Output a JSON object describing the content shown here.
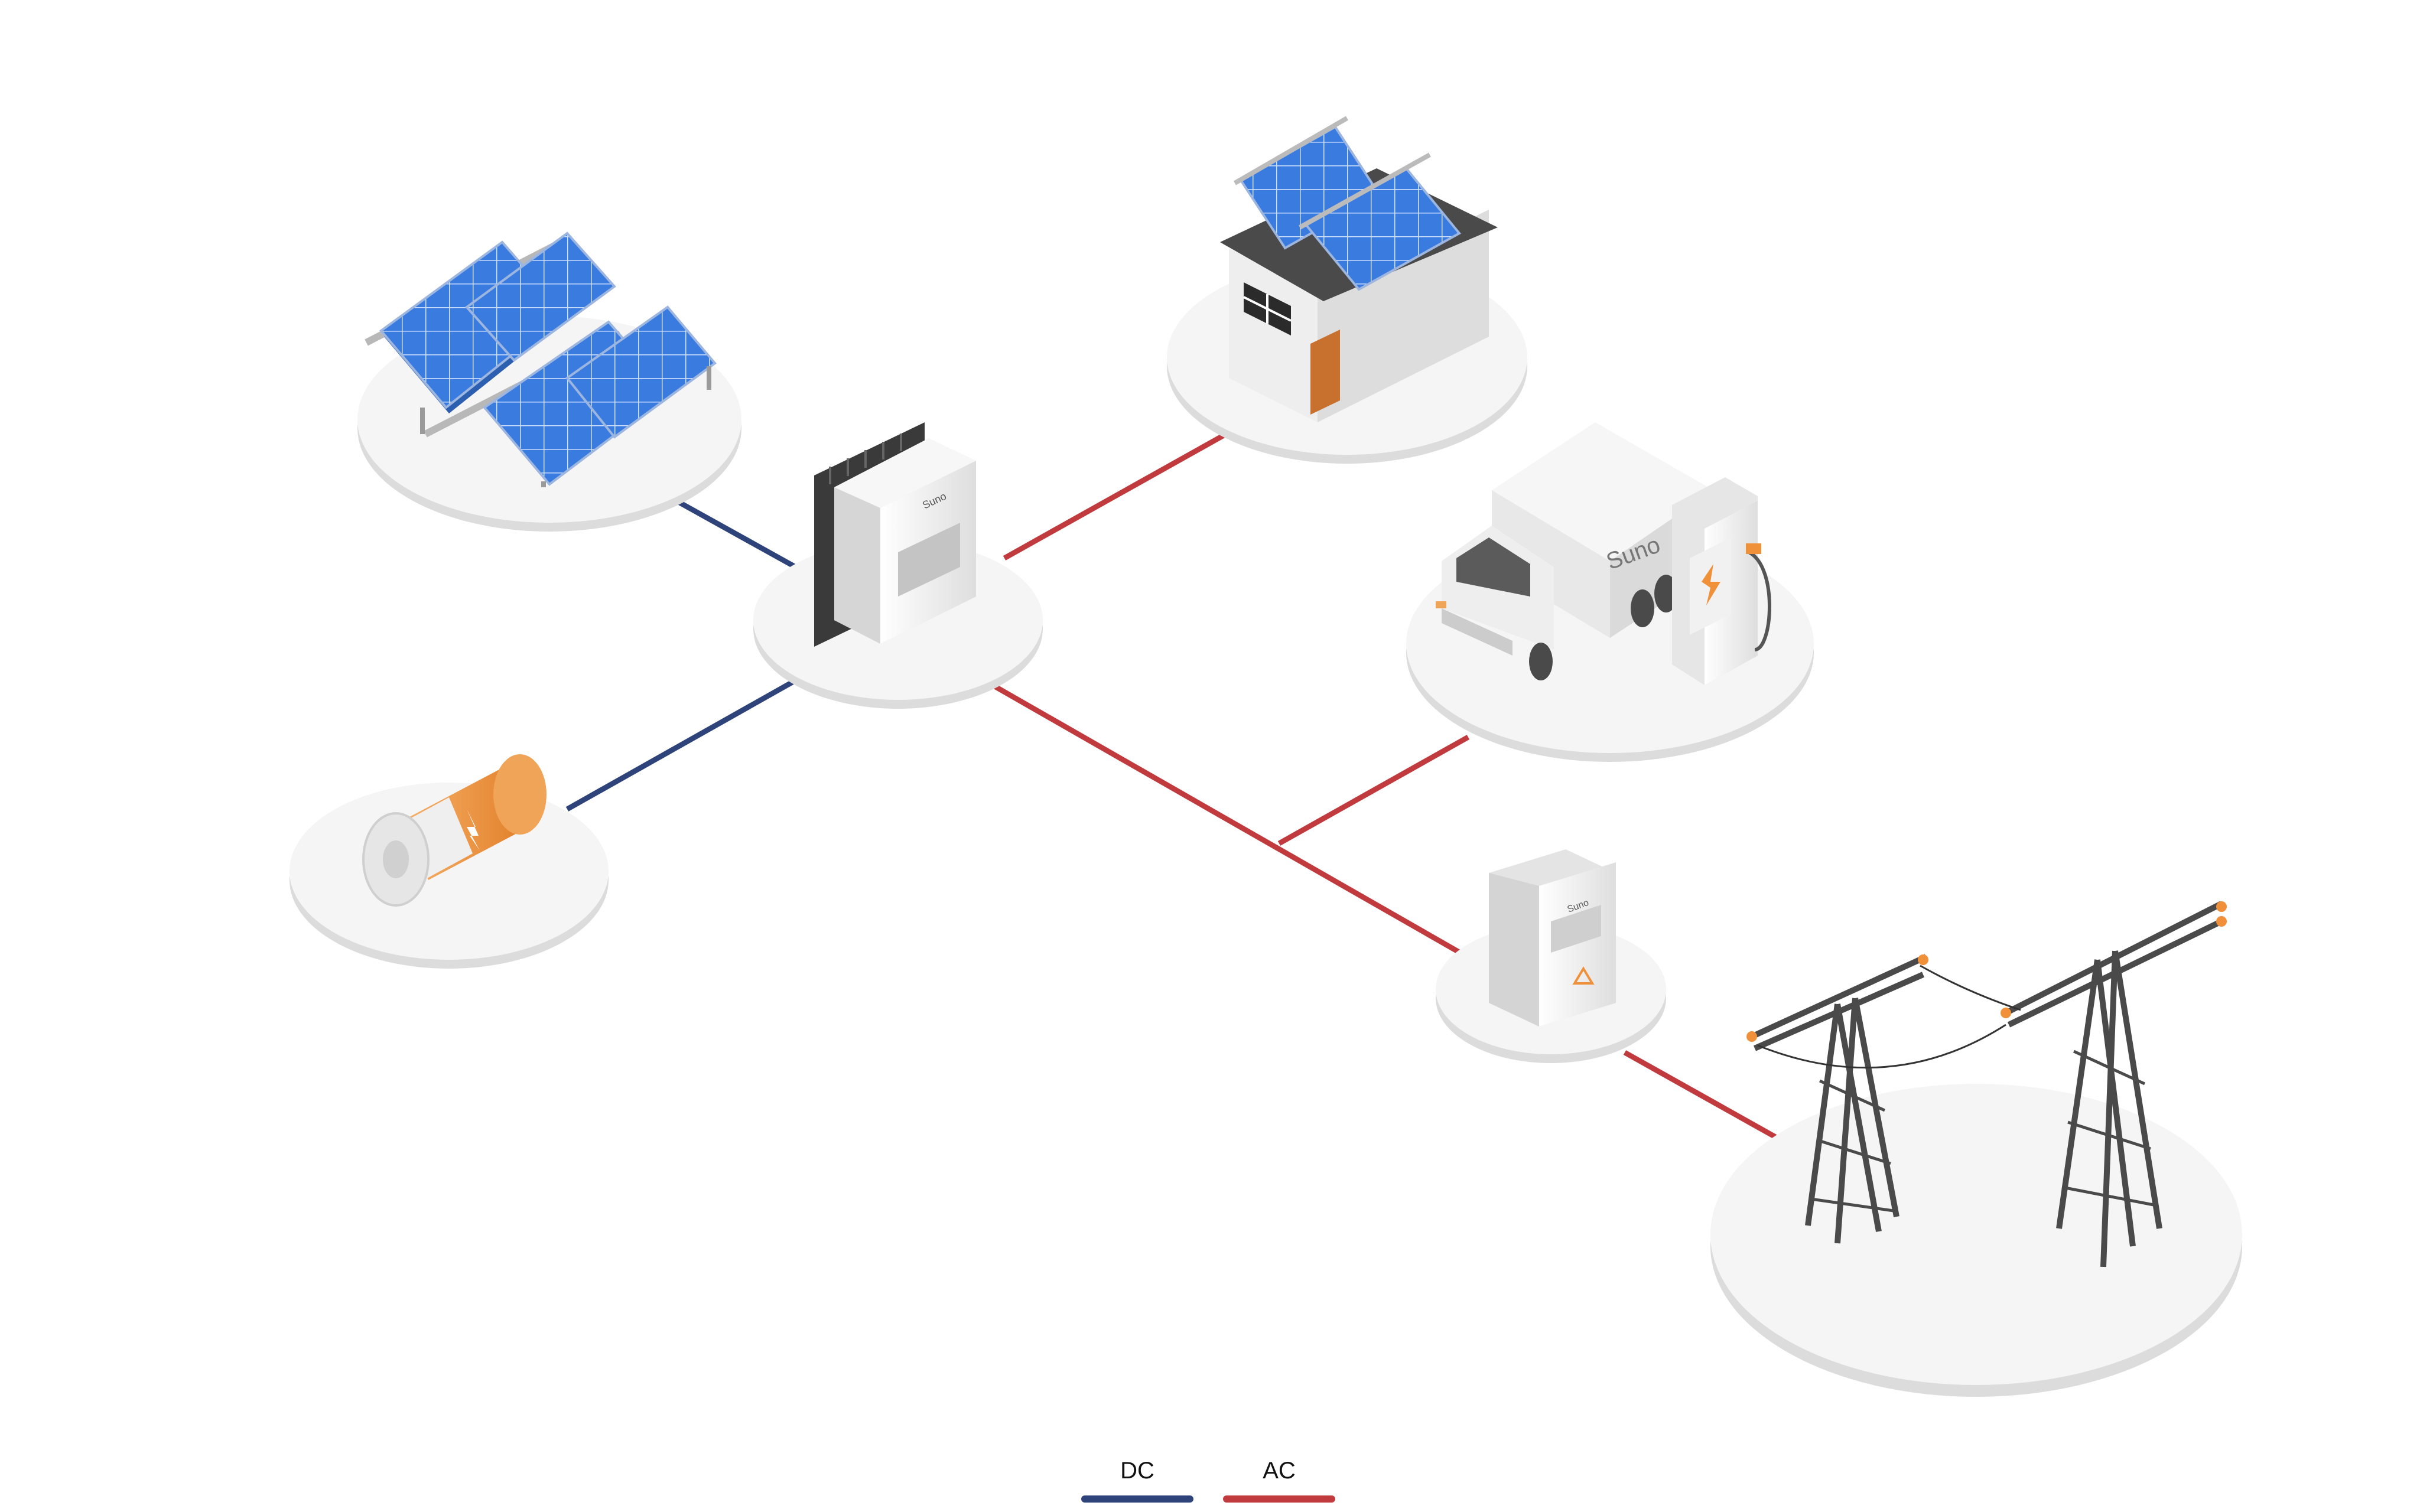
{
  "diagram": {
    "colors": {
      "dc": "#2d4379",
      "ac": "#c03a3e",
      "platform_top": "#f4f4f4",
      "platform_side": "#dcdcdc",
      "panel_blue": "#3a7be0",
      "orange": "#f0913a",
      "device_white": "#eeeeee"
    },
    "nodes": [
      {
        "id": "solar-array",
        "icon": "solar-panel-array-icon"
      },
      {
        "id": "inverter",
        "icon": "inverter-icon",
        "brand": "Suno"
      },
      {
        "id": "battery",
        "icon": "battery-icon"
      },
      {
        "id": "house",
        "icon": "house-with-solar-roof-icon"
      },
      {
        "id": "ev-charger",
        "icon": "truck-and-ev-charger-icon",
        "brand": "Suno"
      },
      {
        "id": "meter",
        "icon": "smart-meter-icon",
        "brand": "Suno"
      },
      {
        "id": "grid",
        "icon": "transmission-tower-icon"
      }
    ],
    "connections": [
      {
        "from": "solar-array",
        "to": "inverter",
        "type": "DC"
      },
      {
        "from": "battery",
        "to": "inverter",
        "type": "DC"
      },
      {
        "from": "inverter",
        "to": "house",
        "type": "AC"
      },
      {
        "from": "inverter",
        "to": "meter",
        "type": "AC"
      },
      {
        "from": "junction",
        "to": "ev-charger",
        "type": "AC"
      },
      {
        "from": "meter",
        "to": "grid",
        "type": "AC"
      }
    ]
  },
  "legend": {
    "dc": {
      "label": "DC",
      "color": "#2d4379"
    },
    "ac": {
      "label": "AC",
      "color": "#c03a3e"
    }
  }
}
